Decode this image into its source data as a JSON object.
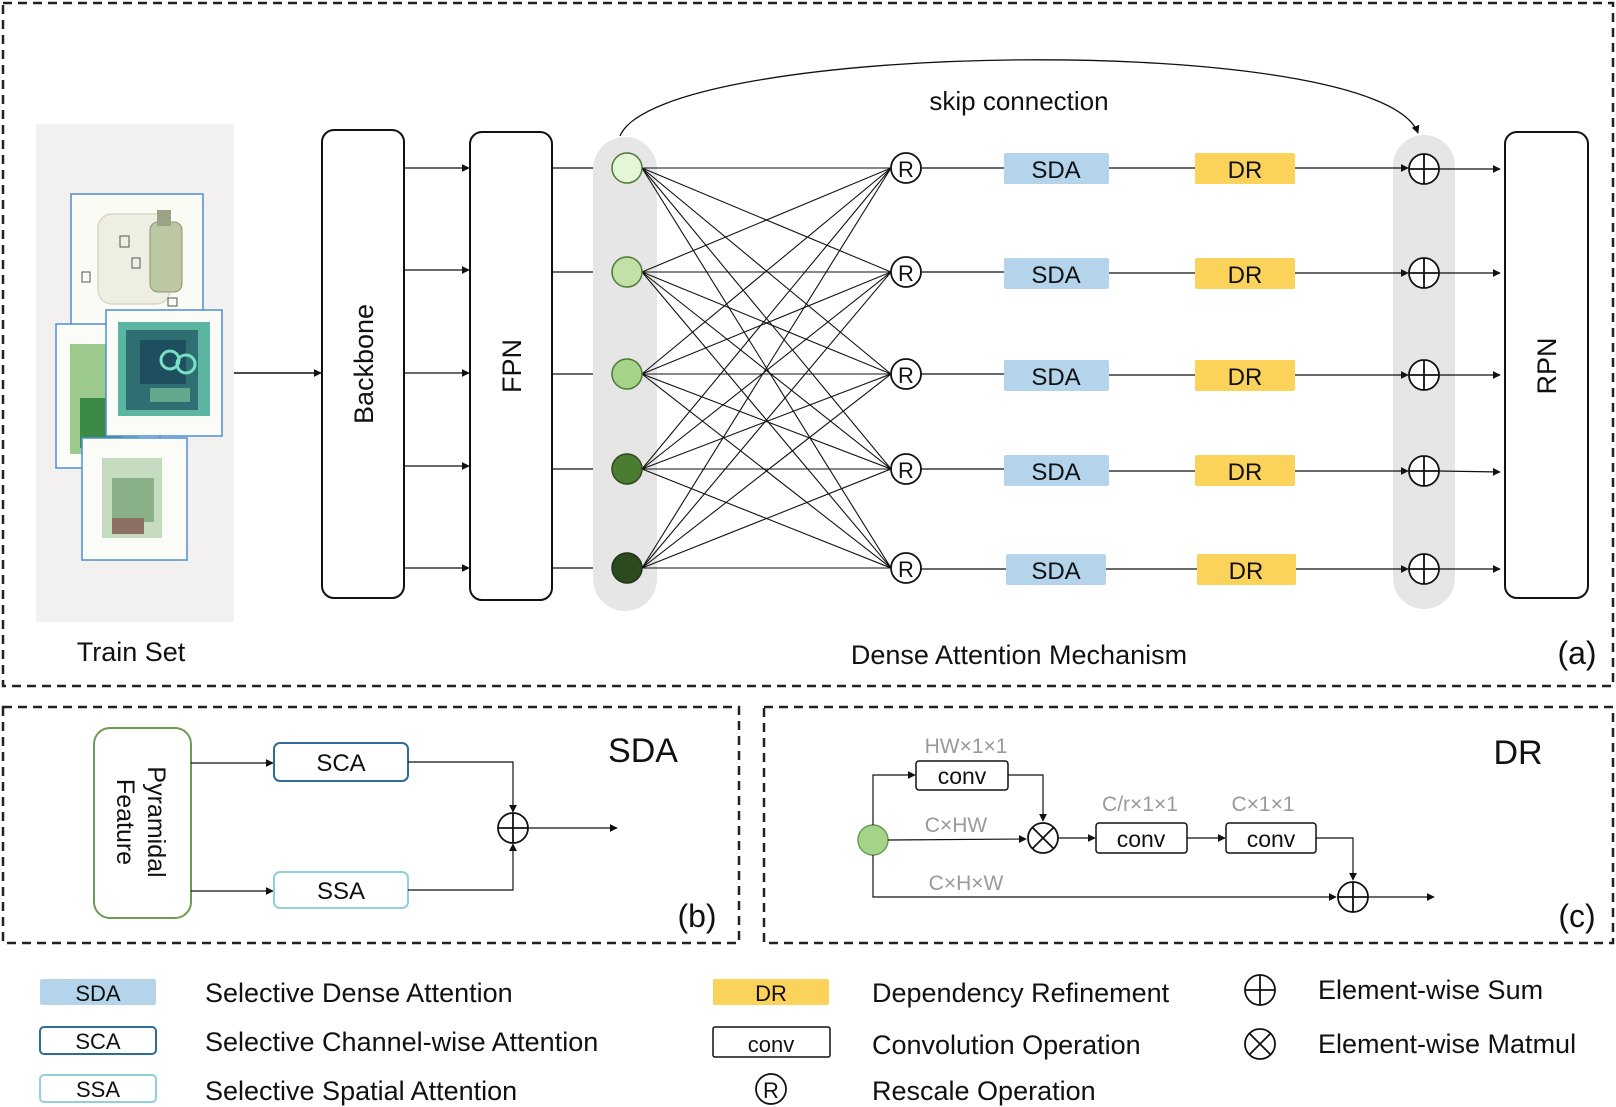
{
  "panel_a": {
    "train_set_label": "Train Set",
    "backbone_label": "Backbone",
    "fpn_label": "FPN",
    "rpn_label": "RPN",
    "skip_label": "skip connection",
    "mechanism_label": "Dense Attention Mechanism",
    "panel_tag": "(a)",
    "rescale_symbol": "R",
    "sda_label": "SDA",
    "dr_label": "DR",
    "level_colors": [
      "#e4f5d8",
      "#c3e0a6",
      "#a6d38a",
      "#4a7d32",
      "#2d4a1f"
    ]
  },
  "panel_b": {
    "title": "SDA",
    "input_line1": "Pyramidal",
    "input_line2": "Feature",
    "sca_label": "SCA",
    "ssa_label": "SSA",
    "panel_tag": "(b)"
  },
  "panel_c": {
    "title": "DR",
    "dim_top": "HW×1×1",
    "dim_mid": "C×HW",
    "dim_c1": "C/r×1×1",
    "dim_c2": "C×1×1",
    "dim_bottom": "C×H×W",
    "conv_label": "conv",
    "panel_tag": "(c)"
  },
  "legend": {
    "sda_chip": "SDA",
    "sda_text": "Selective Dense Attention",
    "sca_chip": "SCA",
    "sca_text": "Selective Channel-wise Attention",
    "ssa_chip": "SSA",
    "ssa_text": "Selective Spatial Attention",
    "dr_chip": "DR",
    "dr_text": "Dependency Refinement",
    "conv_chip": "conv",
    "conv_text": "Convolution Operation",
    "rescale_chip": "R",
    "rescale_text": "Rescale Operation",
    "sum_text": "Element-wise Sum",
    "matmul_text": "Element-wise Matmul"
  },
  "colors": {
    "sda_fill": "#b4d4ec",
    "dr_fill": "#fcd35a",
    "sca_border": "#2f6b97",
    "ssa_border": "#8fd0dc",
    "pyramidal_border": "#6e9a52",
    "node_fill": "#a6d38a",
    "column_fill": "#e6e6e6"
  }
}
